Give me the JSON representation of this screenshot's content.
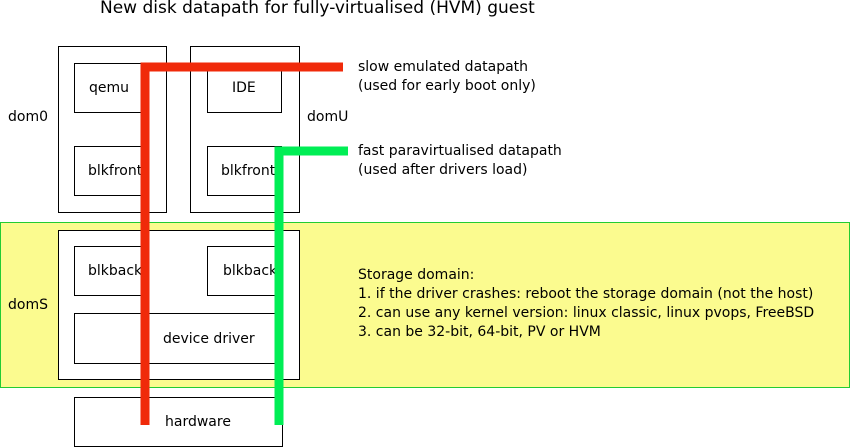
{
  "title": "New disk datapath for fully-virtualised (HVM) guest",
  "domains": {
    "dom0": "dom0",
    "domU": "domU",
    "domS": "domS"
  },
  "boxes": {
    "qemu": "qemu",
    "ide": "IDE",
    "blkfront_dom0": "blkfront",
    "blkfront_domU": "blkfront",
    "blkback_left": "blkback",
    "blkback_right": "blkback",
    "device_driver": "device driver",
    "hardware": "hardware"
  },
  "paths": {
    "slow": {
      "line1": "slow emulated datapath",
      "line2": "(used for early boot only)",
      "color": "#f02a0a"
    },
    "fast": {
      "line1": "fast paravirtualised datapath",
      "line2": "(used after drivers load)",
      "color": "#00ee55"
    }
  },
  "storage_notes": {
    "heading": "Storage domain:",
    "items": [
      "1. if the driver crashes: reboot the storage domain (not the host)",
      "2. can use any kernel version: linux classic, linux pvops, FreeBSD",
      "3. can be 32-bit, 64-bit, PV or HVM"
    ]
  },
  "colors": {
    "storage_band": "#fbfb8f",
    "storage_band_border": "#22cc33"
  }
}
